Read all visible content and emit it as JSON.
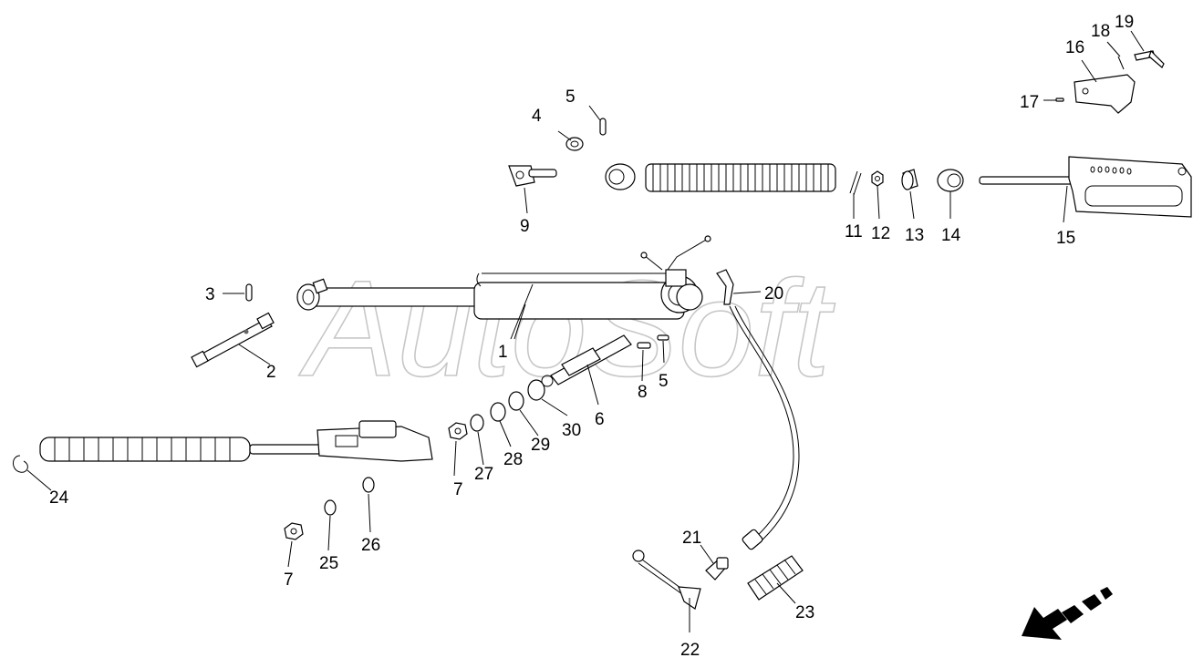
{
  "watermark": "AutoSoft",
  "labels": {
    "l1": "1",
    "l2": "2",
    "l3": "3",
    "l4": "4",
    "l5a": "5",
    "l5b": "5",
    "l6": "6",
    "l7a": "7",
    "l7b": "7",
    "l8": "8",
    "l9": "9",
    "l11": "11",
    "l12": "12",
    "l13": "13",
    "l14": "14",
    "l15": "15",
    "l16": "16",
    "l17": "17",
    "l18": "18",
    "l19": "19",
    "l20": "20",
    "l21": "21",
    "l22": "22",
    "l23": "23",
    "l24": "24",
    "l25": "25",
    "l26": "26",
    "l27": "27",
    "l28": "28",
    "l29": "29",
    "l30": "30"
  },
  "colors": {
    "ink": "#000000",
    "watermark": "#9a9a9a",
    "background": "#ffffff"
  },
  "icons": {
    "direction": "direction-arrow-icon"
  }
}
